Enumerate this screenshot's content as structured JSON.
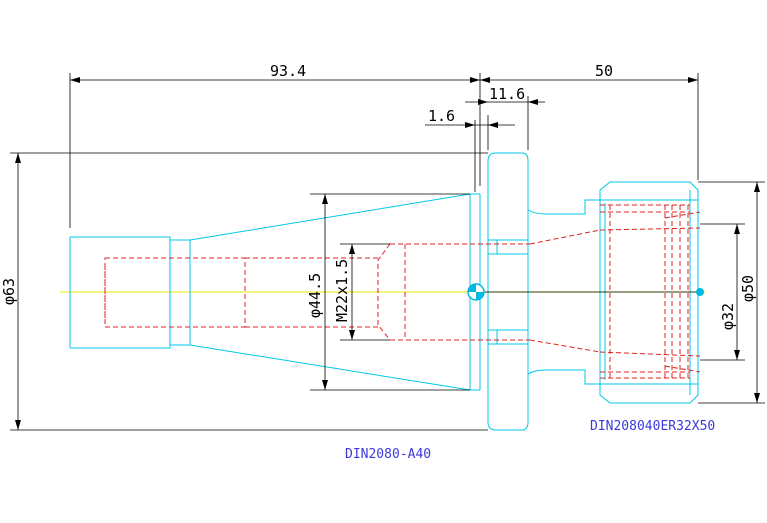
{
  "dimensions": {
    "overall_left": "93.4",
    "overall_right": "50",
    "flange_width": "11.6",
    "flange_offset": "1.6",
    "outer_diameter": "φ63",
    "taper_diameter": "φ44.5",
    "thread": "M22x1.5",
    "nut_diameter": "φ50",
    "bore_diameter": "φ32"
  },
  "labels": {
    "holder_standard": "DIN2080-A40",
    "collet_chuck_standard": "DIN208040ER32X50"
  },
  "colors": {
    "outline": "#00c8e8",
    "hidden_lines": "#e02020",
    "centerline": "#e8e800",
    "dimension_lines": "#000000",
    "labels": "#3a3adb",
    "center_marker": "#00b8e0"
  }
}
